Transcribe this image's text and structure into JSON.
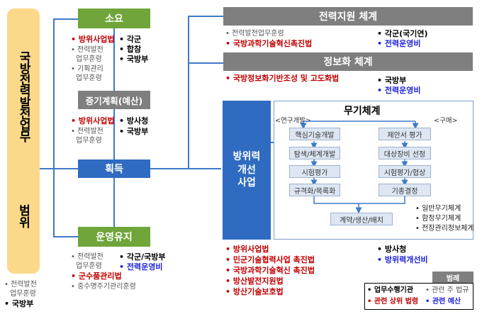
{
  "left_title": {
    "top": "국방전력발전업무",
    "bottom": "범위"
  },
  "left_notes": [
    "전력발전",
    "업무훈령",
    "국방부"
  ],
  "column_left": {
    "soyo": {
      "label": "소요",
      "notes_red": "방위사업법",
      "notes_gray": [
        "전력발전",
        "업무훈령",
        "기획관리",
        "업무훈령"
      ],
      "notes_black": [
        "각군",
        "합참",
        "국방부"
      ]
    },
    "plan": {
      "label": "중기계획(예산)",
      "notes_red": "방위사업법",
      "notes_gray": [
        "전력발전",
        "업무훈령"
      ],
      "notes_black": [
        "방사청",
        "국방부"
      ]
    },
    "acq": {
      "label": "획득"
    },
    "ops": {
      "label": "운영유지",
      "notes_gray_top": [
        "전력발전",
        "업무훈령"
      ],
      "notes_red": "군수품관리법",
      "notes_gray_bottom": "중수명주기관리훈령",
      "notes_black": "각군/국방부",
      "notes_blue": "전력운영비"
    }
  },
  "right": {
    "support": {
      "label": "전력지원 체계",
      "note_gray": "전력발전업무훈령",
      "note_red": "국방과학기술혁신촉진법",
      "note_black": "각군(국기연)",
      "note_blue": "전력운영비"
    },
    "info": {
      "label": "정보화 체계",
      "note_red": "국방정보화기반조성 및 고도화법",
      "note_black": "국방부",
      "note_blue": "전력운영비"
    },
    "defense": {
      "label_lines": [
        "방위력",
        "개선",
        "사업"
      ]
    },
    "weapon": {
      "title": "무기체계",
      "left_caption": "<연구개발>",
      "right_caption": "<구매>",
      "left_steps": [
        "핵심기술개발",
        "탐색/체계개발",
        "시험평가",
        "규격화/목록화"
      ],
      "right_steps": [
        "제안서 평가",
        "대상장비 선정",
        "시험평가/협상",
        "기종결정"
      ],
      "final_step": "계약/생산/배치",
      "categories": [
        "일반무기체계",
        "함정무기체계",
        "전장관리정보체계"
      ]
    },
    "laws": [
      "방위사업법",
      "민군기술협력사업 촉진법",
      "국방과학기술혁신 촉진법",
      "방산발전지원법",
      "방산기술보호법"
    ],
    "laws_black": "방사청",
    "laws_blue": "방위력개선비"
  },
  "legend": {
    "title": "범례",
    "items": [
      {
        "text": "업무수행기관",
        "kind": "black"
      },
      {
        "text": "관련 주 법규",
        "kind": "gray"
      },
      {
        "text": "관련 상위 법령",
        "kind": "red"
      },
      {
        "text": "관련 예산",
        "kind": "blue"
      }
    ]
  },
  "colors": {
    "accent_green": "#6fa53a",
    "accent_blue": "#2f6bc0",
    "law_red": "#c00000",
    "budget_blue": "#1e22d6",
    "title_yellow": "#fcd98a"
  }
}
